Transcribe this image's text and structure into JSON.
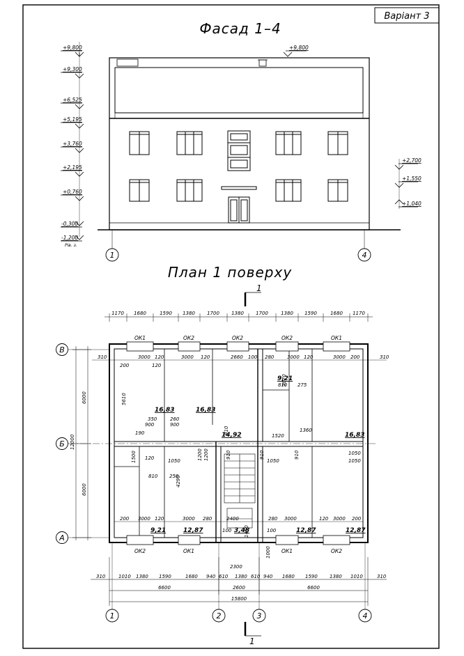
{
  "variant_label": "Варіант 3",
  "facade": {
    "title": "Фасад 1–4",
    "levels_left": [
      "+9,800",
      "+9,300",
      "+6,525",
      "+5,195",
      "+3,760",
      "+2,195",
      "+0,760",
      "-0,300",
      "-1,200"
    ],
    "level_top": "+9,800",
    "levels_right": [
      "+2,700",
      "+1,550",
      "+1,040"
    ],
    "ground_note": "Рів. з.",
    "axes": [
      "1",
      "4"
    ]
  },
  "plan": {
    "title": "План 1 поверху",
    "section_mark": "1",
    "axes_left": [
      "В",
      "Б",
      "А"
    ],
    "axes_bottom": [
      "1",
      "2",
      "3",
      "4"
    ],
    "top_dims": [
      "1170",
      "1680",
      "1590",
      "1380",
      "1700",
      "1380",
      "1700",
      "1380",
      "1590",
      "1680",
      "1170"
    ],
    "bottom_dims_1": [
      "310",
      "1010",
      "1380",
      "1590",
      "1680",
      "940",
      "610",
      "1380",
      "610",
      "940",
      "1680",
      "1590",
      "1380",
      "1010",
      "310"
    ],
    "bottom_dims_2": [
      "6600",
      "2600",
      "6600"
    ],
    "bottom_total": "15800",
    "left_dims": [
      "6000",
      "12000",
      "6000"
    ],
    "top_windows": [
      "ОК1",
      "ОК2",
      "ОК2",
      "ОК2",
      "ОК1"
    ],
    "bottom_windows": [
      "ОК2",
      "ОК1",
      "ОК1",
      "ОК2"
    ],
    "areas": [
      "16,83",
      "16,83",
      "14,92",
      "9,21",
      "16,83",
      "9,21",
      "12,87",
      "3,48",
      "12,87",
      "12,87"
    ],
    "inner_dims_top": [
      "310",
      "200",
      "3000",
      "120",
      "3000",
      "120",
      "2660",
      "100",
      "280",
      "3000",
      "120",
      "3000",
      "200",
      "310"
    ],
    "inner_dims_bottom": [
      "200",
      "3000",
      "120",
      "3000",
      "280",
      "2400",
      "280",
      "3000",
      "120",
      "3000",
      "200"
    ],
    "misc_dims": [
      "5610",
      "3070",
      "4290",
      "350",
      "260",
      "900",
      "900",
      "190",
      "1520",
      "1360",
      "1050",
      "1050",
      "1050",
      "1050",
      "810",
      "250",
      "810",
      "275",
      "1200",
      "1200",
      "1500",
      "2300",
      "1000",
      "1450",
      "910",
      "910",
      "910",
      "910",
      "120",
      "120",
      "100",
      "100",
      "310"
    ]
  }
}
